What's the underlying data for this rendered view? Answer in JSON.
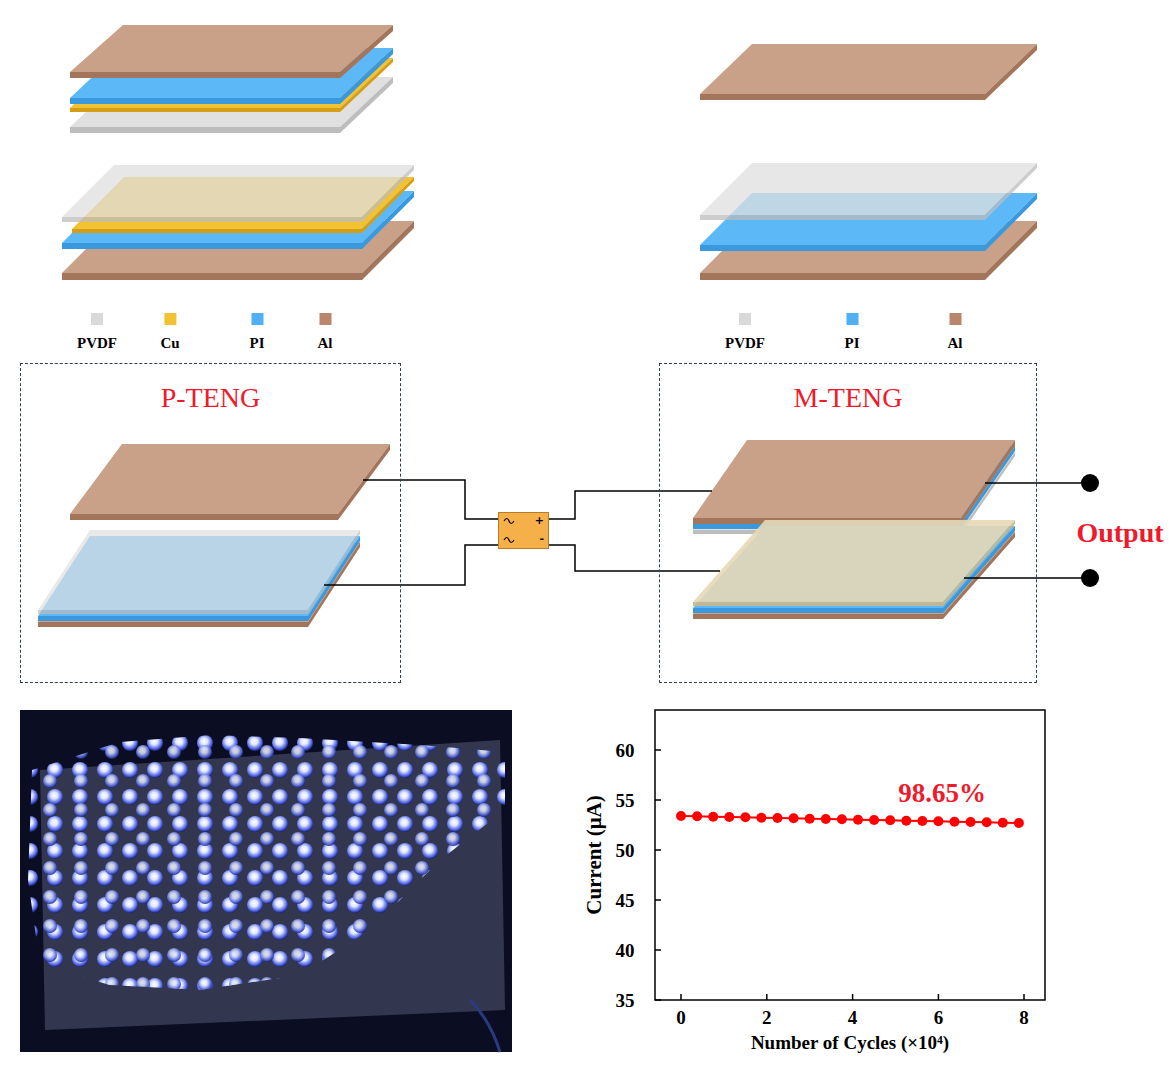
{
  "diagram": {
    "nodes": [
      {
        "text": [
          "P-TENG"
        ]
      },
      {
        "text": [
          "+",
          "-"
        ]
      },
      {
        "text": [
          "M-TENG"
        ]
      }
    ],
    "edges": [
      {
        "from": 0,
        "to": 1,
        "arrow": "none"
      },
      {
        "from": 0,
        "to": 1,
        "arrow": "none"
      },
      {
        "from": 1,
        "to": 2,
        "arrow": "none"
      },
      {
        "from": 1,
        "to": 2,
        "arrow": "none"
      }
    ],
    "labels": [
      "Output",
      "98.65%",
      "Current (μA)",
      "Number of Cycles (×10⁴)",
      "60",
      "55",
      "50",
      "45",
      "40",
      "35",
      "0",
      "2",
      "4",
      "6",
      "8"
    ],
    "legend": [
      {
        "text": "PVDF",
        "color": "#d9d9d9"
      },
      {
        "text": "Cu",
        "color": "#f2c233"
      },
      {
        "text": "PI",
        "color": "#4fb0f5"
      },
      {
        "text": "Al",
        "color": "#b9866b"
      },
      {
        "text": "PVDF",
        "color": "#d9d9d9"
      },
      {
        "text": "PI",
        "color": "#4fb0f5"
      },
      {
        "text": "Al",
        "color": "#b9866b"
      }
    ]
  }
}
